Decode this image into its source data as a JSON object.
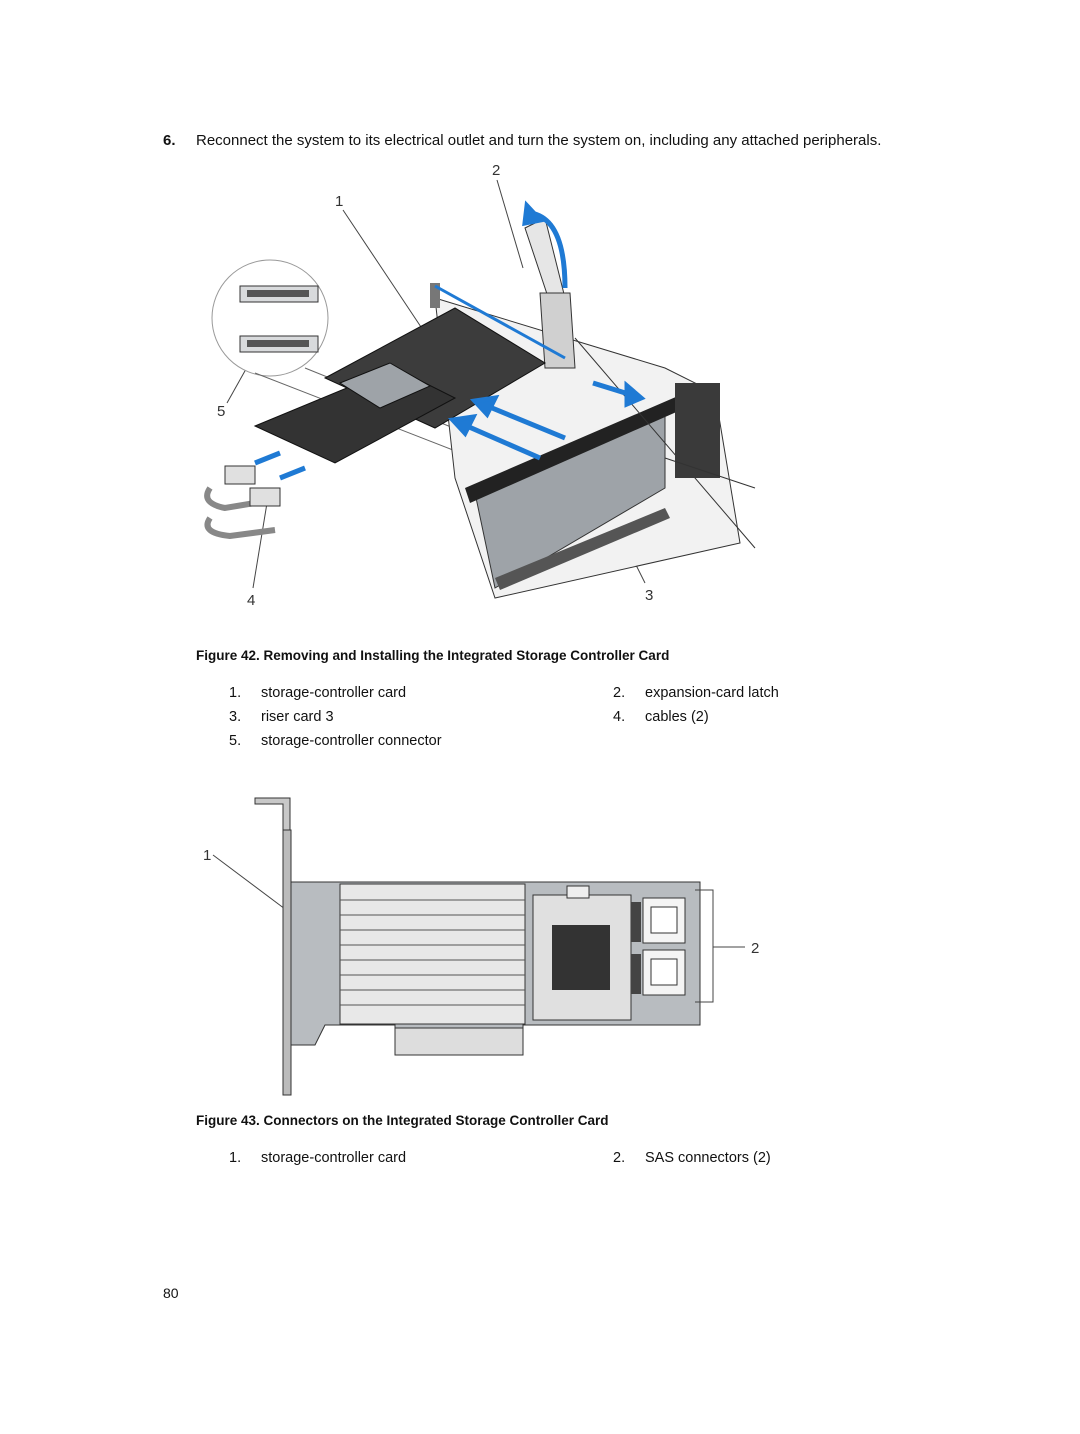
{
  "step": {
    "number": "6.",
    "text": "Reconnect the system to its electrical outlet and turn the system on, including any attached peripherals."
  },
  "figure42": {
    "caption": "Figure 42. Removing and Installing the Integrated Storage Controller Card",
    "callouts": [
      "1",
      "2",
      "3",
      "4",
      "5"
    ],
    "legend": [
      {
        "num": "1.",
        "label": "storage-controller card"
      },
      {
        "num": "2.",
        "label": "expansion-card latch"
      },
      {
        "num": "3.",
        "label": "riser card 3"
      },
      {
        "num": "4.",
        "label": "cables (2)"
      },
      {
        "num": "5.",
        "label": "storage-controller connector"
      }
    ]
  },
  "figure43": {
    "caption": "Figure 43. Connectors on the Integrated Storage Controller Card",
    "callouts": [
      "1",
      "2"
    ],
    "legend": [
      {
        "num": "1.",
        "label": "storage-controller card"
      },
      {
        "num": "2.",
        "label": "SAS connectors (2)"
      }
    ]
  },
  "page_number": "80",
  "colors": {
    "arrow_blue": "#1f7ad4",
    "card_gray": "#9ea3a8",
    "dark": "#333333"
  }
}
